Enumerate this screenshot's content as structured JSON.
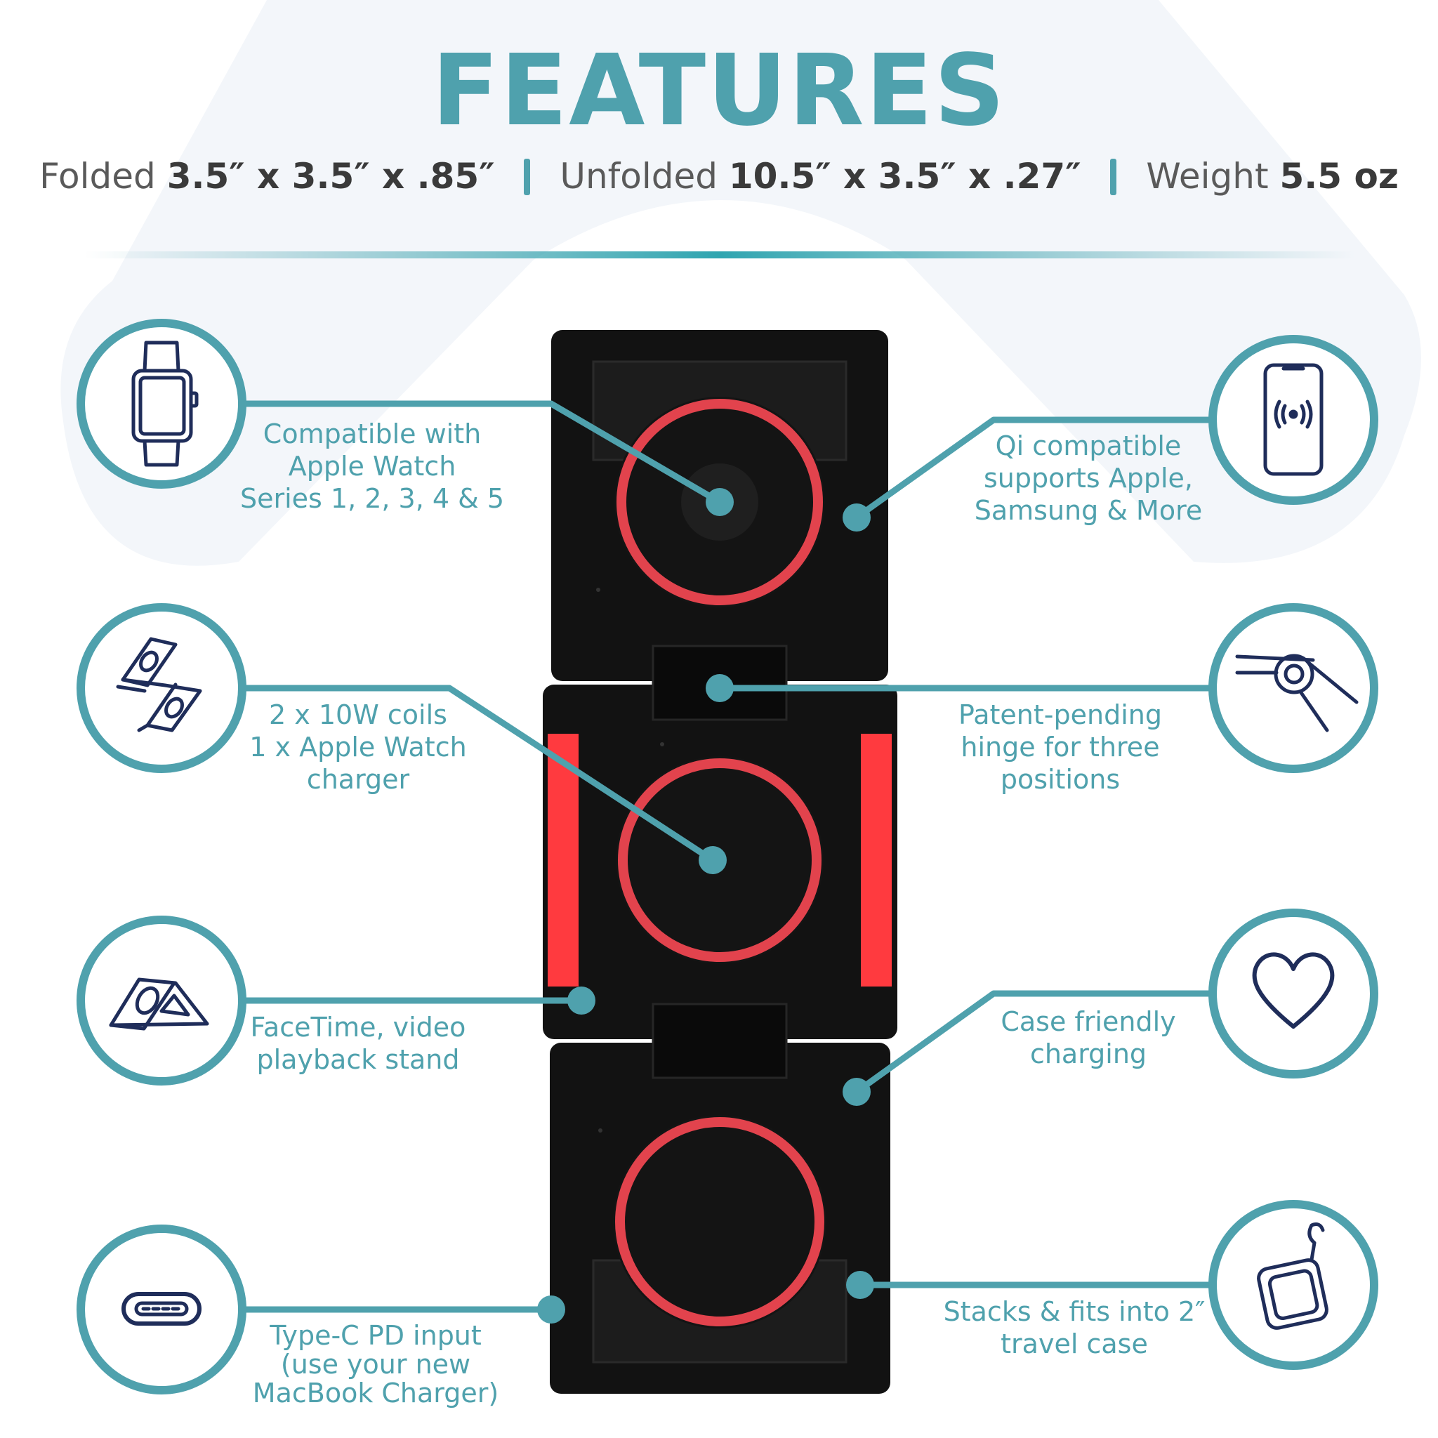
{
  "header": {
    "title": "FEATURES",
    "specs": [
      {
        "label": "Folded",
        "value": "3.5″ x 3.5″ x .85″"
      },
      {
        "label": "Unfolded",
        "value": "10.5″ x 3.5″ x .27″"
      },
      {
        "label": "Weight",
        "value": "5.5 oz"
      }
    ]
  },
  "features": [
    {
      "icon": "apple-watch-icon",
      "lines": [
        "Compatible with",
        "Apple Watch",
        "Series 1, 2, 3, 4 & 5"
      ]
    },
    {
      "icon": "smartphone-wireless-icon",
      "lines": [
        "Qi compatible",
        "supports Apple,",
        "Samsung & More"
      ]
    },
    {
      "icon": "folding-charger-icon",
      "lines": [
        "2 x 10W coils",
        "1 x Apple Watch",
        "charger"
      ]
    },
    {
      "icon": "hinge-icon",
      "lines": [
        "Patent-pending",
        "hinge for three",
        "positions"
      ]
    },
    {
      "icon": "stand-icon",
      "lines": [
        "FaceTime, video",
        "playback stand"
      ]
    },
    {
      "icon": "heart-icon",
      "lines": [
        "Case friendly",
        "charging"
      ]
    },
    {
      "icon": "usb-c-port-icon",
      "lines": [
        "Type-C PD input",
        "(use your new",
        "MacBook Charger)"
      ]
    },
    {
      "icon": "travel-case-icon",
      "lines": [
        "Stacks & fits into 2″",
        "travel case"
      ]
    }
  ],
  "colors": {
    "accent": "#4fa1ad",
    "icon_stroke": "#1f2d5a",
    "device_body": "#111111",
    "coil_red": "#e2434d",
    "side_red": "#ff3a3f",
    "background_shape": "#f3f6fa"
  }
}
